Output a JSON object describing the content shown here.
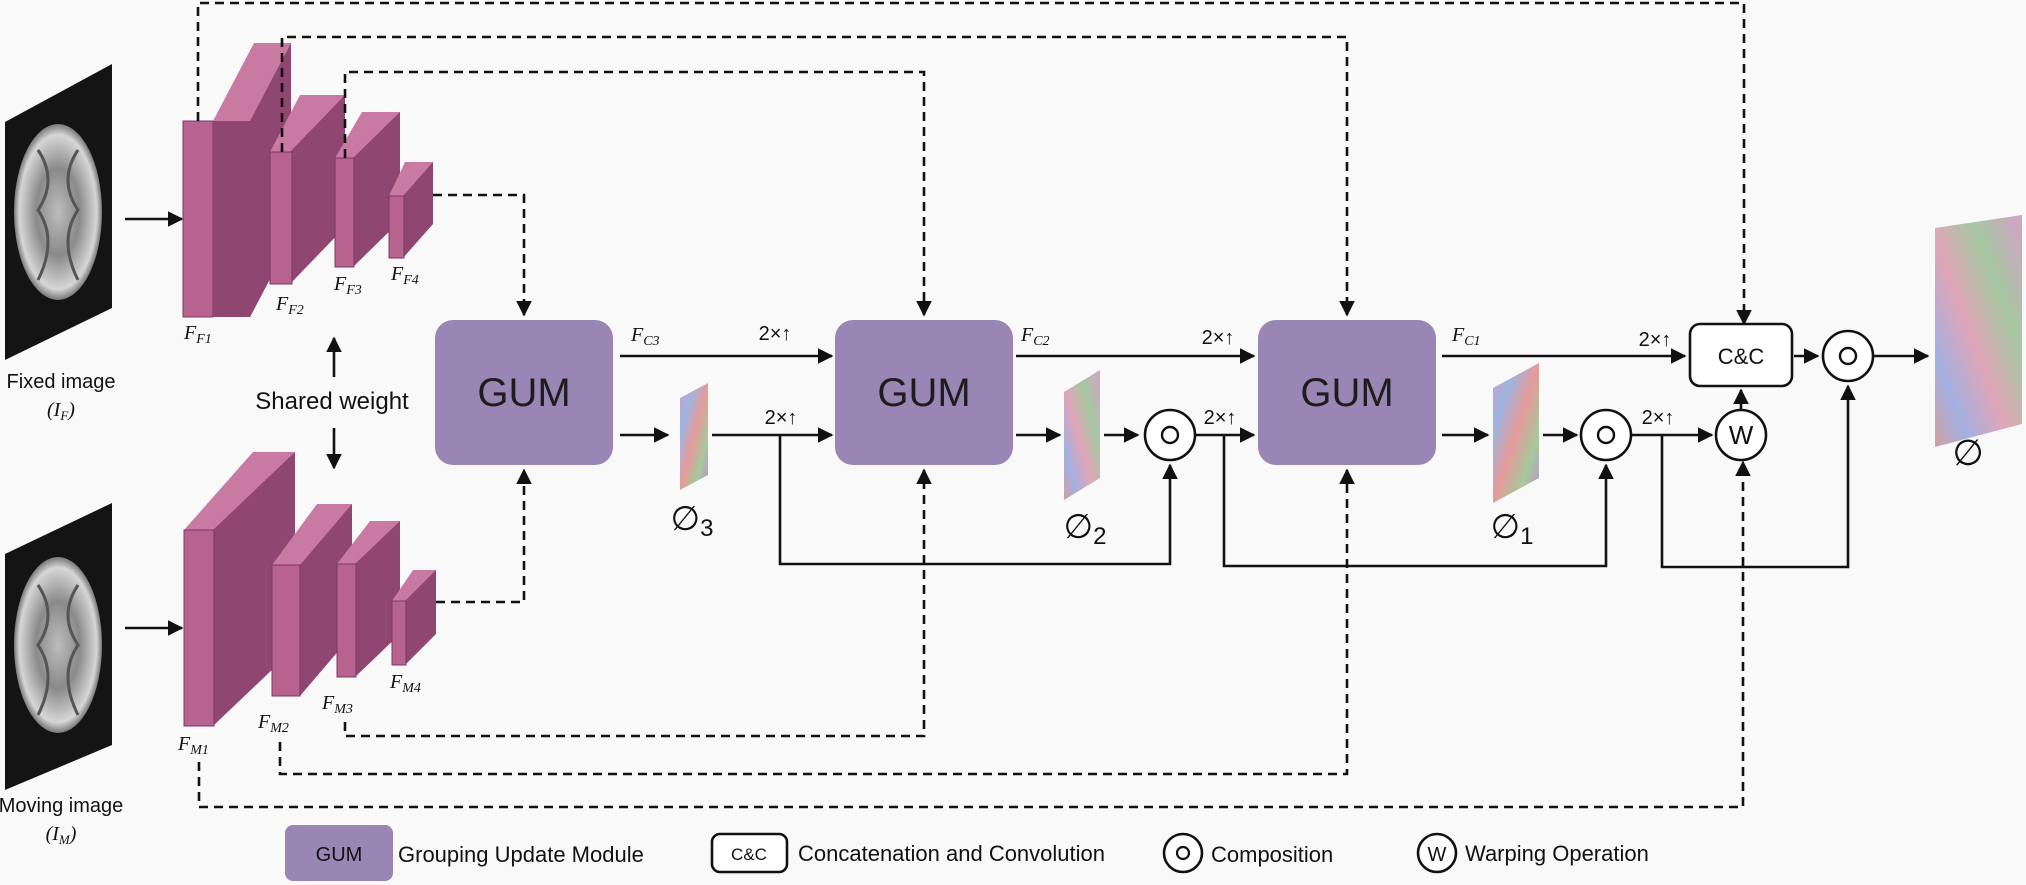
{
  "inputs": {
    "fixed_label": "Fixed image",
    "fixed_symbol": "(I",
    "fixed_sub": "F",
    "moving_label": "Moving image",
    "moving_symbol": "(I",
    "moving_sub": "M",
    "close_paren": ")"
  },
  "shared_weight": "Shared weight",
  "features": {
    "F": "F",
    "fixed": [
      "F1",
      "F2",
      "F3",
      "F4"
    ],
    "moving": [
      "M1",
      "M2",
      "M3",
      "M4"
    ],
    "context": [
      "C3",
      "C2",
      "C1"
    ]
  },
  "gum_label": "GUM",
  "upsample": "2×↑",
  "cc_label": "C&C",
  "compose_symbol": "◯",
  "warp_symbol": "W",
  "flows": {
    "phi": "∅",
    "subs": [
      "3",
      "2",
      "1"
    ]
  },
  "legend": {
    "gum_box": "GUM",
    "gum_text": "Grouping Update Module",
    "cc_box": "C&C",
    "cc_text": "Concatenation and Convolution",
    "compose_text": "Composition",
    "warp_box": "W",
    "warp_text": "Warping Operation"
  },
  "colors": {
    "gum": "#9a86b5",
    "feature_front": "#b8628f",
    "feature_side": "#8f4670",
    "feature_top": "#c97aa3"
  }
}
